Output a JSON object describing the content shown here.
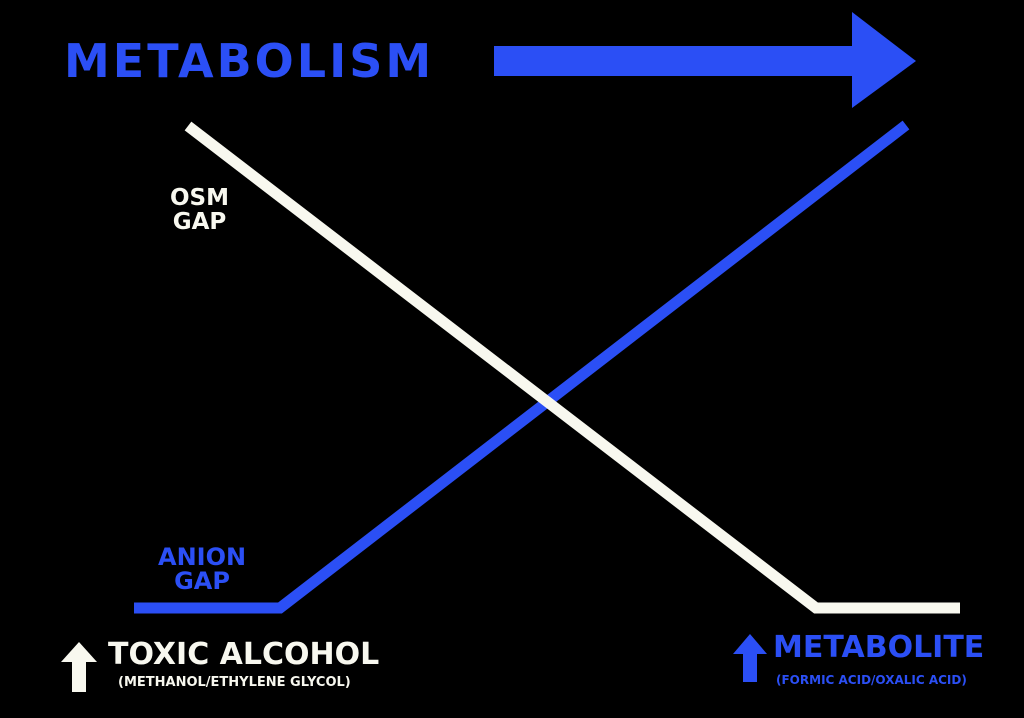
{
  "title": "METABOLISM",
  "osm_gap": {
    "line1": "OSM",
    "line2": "GAP"
  },
  "anion_gap": {
    "line1": "ANION",
    "line2": "GAP"
  },
  "toxic_alcohol": {
    "label": "TOXIC ALCOHOL",
    "sub": "(METHANOL/ETHYLENE GLYCOL)"
  },
  "metabolite": {
    "label": "METABOLITE",
    "sub": "(FORMIC ACID/OXALIC ACID)"
  },
  "icons": {
    "metabolism_arrow": "right-arrow-icon",
    "toxic_alcohol_arrow": "up-arrow-icon",
    "metabolite_arrow": "up-arrow-icon"
  },
  "colors": {
    "background": "#000000",
    "blue": "#2b4ff5",
    "white": "#f8f8ef"
  }
}
